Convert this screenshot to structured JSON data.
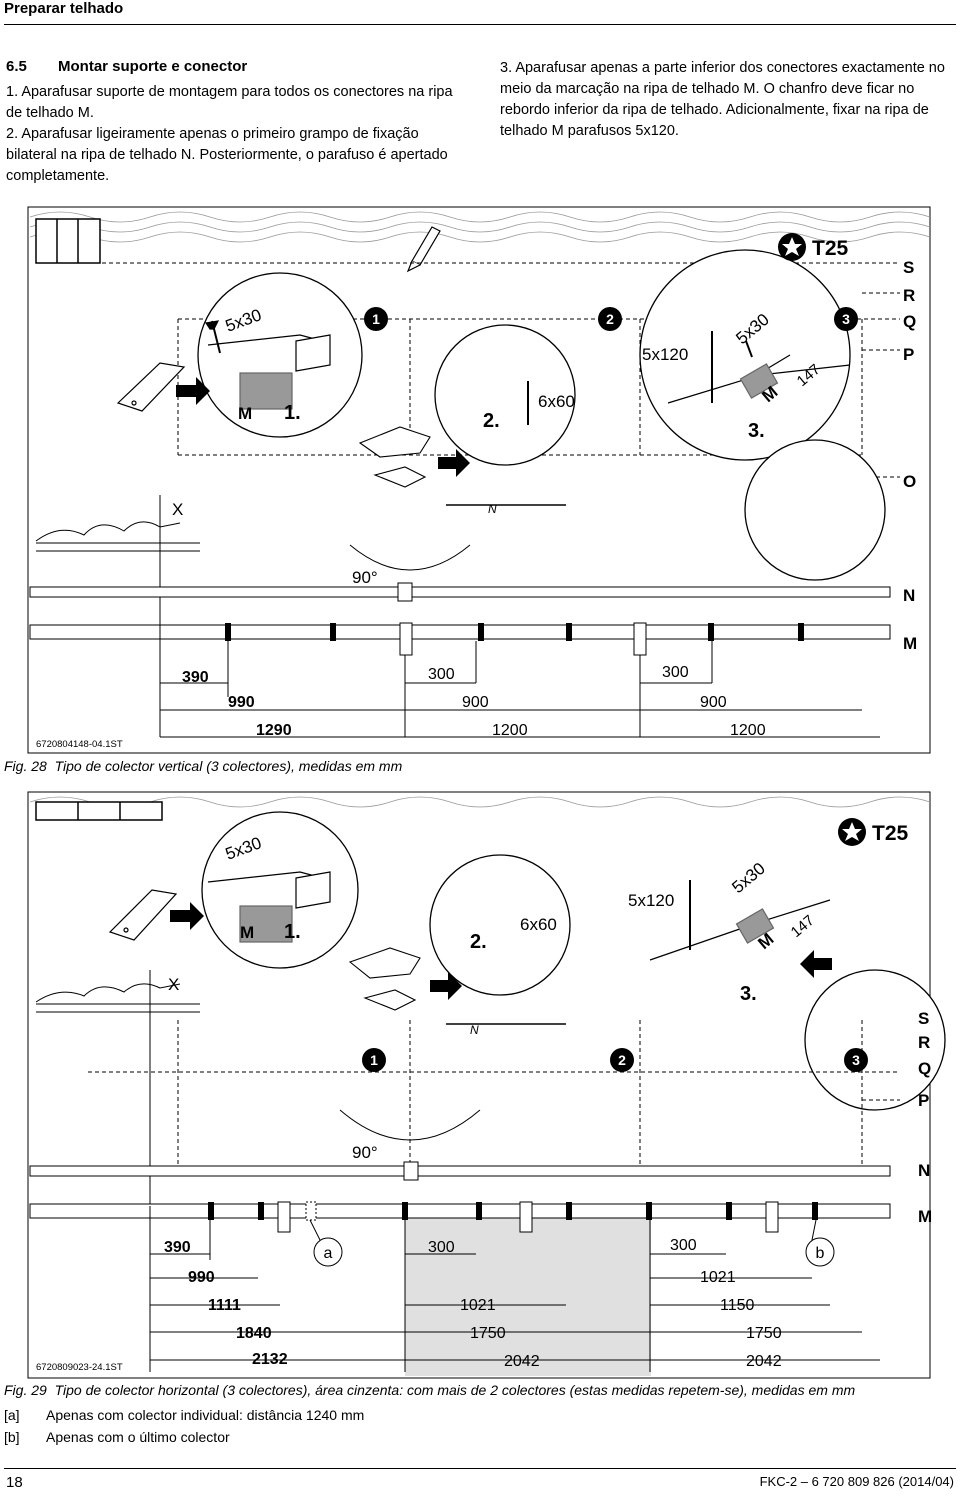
{
  "header": {
    "title": "Preparar telhado"
  },
  "section": {
    "number": "6.5",
    "title": "Montar suporte e conector",
    "step1": "1. Aparafusar suporte de montagem para todos os conectores na ripa de telhado M.",
    "step2": "2. Aparafusar ligeiramente apenas o primeiro grampo de fixação bilateral na ripa de telhado N. Posteriormente, o parafuso é apertado completamente.",
    "step3": "3. Aparafusar apenas a parte inferior dos conectores exactamente no meio da marcação na ripa de telhado M. O chanfro deve ficar no rebordo inferior da ripa de telhado. Adicionalmente, fixar na ripa de telhado M parafusos 5x120."
  },
  "fig28": {
    "code": "6720804148-04.1ST",
    "caption_label": "Fig. 28",
    "caption": "Tipo de colector vertical (3 colectores), medidas em mm",
    "tool": "T25",
    "screw_5x30": "5x30",
    "screw_6x60": "6x60",
    "screw_5x120": "5x120",
    "dim_147": "147",
    "step_labels": [
      "1.",
      "2.",
      "3."
    ],
    "markers": [
      "1",
      "2",
      "3"
    ],
    "letters": {
      "S": "S",
      "R": "R",
      "Q": "Q",
      "P": "P",
      "O": "O",
      "N": "N",
      "M": "M",
      "X": "X"
    },
    "angle": "90°",
    "dims": {
      "d390": "390",
      "d990": "990",
      "d1290": "1290",
      "d300a": "300",
      "d900a": "900",
      "d1200a": "1200",
      "d300b": "300",
      "d900b": "900",
      "d1200b": "1200"
    }
  },
  "fig29": {
    "code": "6720809023-24.1ST",
    "caption_label": "Fig. 29",
    "caption": "Tipo de colector horizontal (3 colectores), área cinzenta: com mais de 2 colectores (estas medidas repetem-se), medidas em mm",
    "tool": "T25",
    "screw_5x30": "5x30",
    "screw_6x60": "6x60",
    "screw_5x120": "5x120",
    "dim_147": "147",
    "step_labels": [
      "1.",
      "2.",
      "3."
    ],
    "markers": [
      "1",
      "2",
      "3"
    ],
    "letters": {
      "S": "S",
      "R": "R",
      "Q": "Q",
      "P": "P",
      "N": "N",
      "M": "M",
      "X": "X",
      "a": "a",
      "b": "b"
    },
    "angle": "90°",
    "dims": {
      "d390": "390",
      "d990": "990",
      "d1111": "1111",
      "d1840": "1840",
      "d2132": "2132",
      "d300a": "300",
      "d1021a": "1021",
      "d1750a": "1750",
      "d2042a": "2042",
      "d300b": "300",
      "d1021b": "1021",
      "d1150": "1150",
      "d1750b": "1750",
      "d2042b": "2042"
    }
  },
  "legend": [
    {
      "key": "[a]",
      "text": "Apenas com colector individual: distância 1240 mm"
    },
    {
      "key": "[b]",
      "text": "Apenas com o último colector"
    }
  ],
  "footer": {
    "page": "18",
    "doc": "FKC-2 – 6 720 809 826 (2014/04)"
  }
}
